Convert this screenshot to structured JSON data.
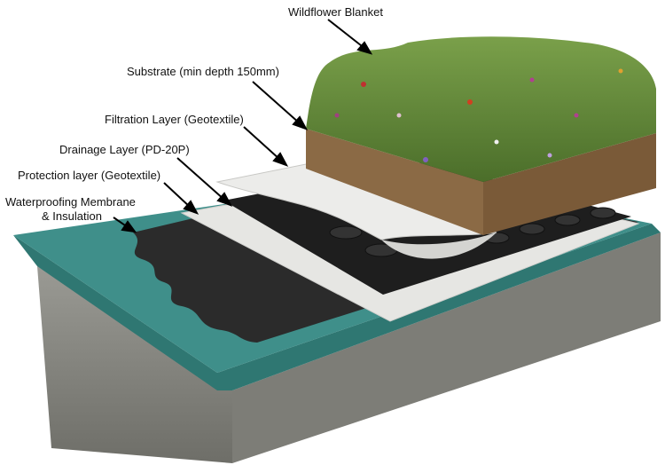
{
  "labels": {
    "wildflower": "Wildflower Blanket",
    "substrate": "Substrate (min depth 150mm)",
    "filtration": "Filtration Layer (Geotextile)",
    "drainage": "Drainage Layer (PD-20P)",
    "protection": "Protection layer (Geotextile)",
    "waterproofing_line1": "Waterproofing Membrane",
    "waterproofing_line2": "& Insulation"
  },
  "colors": {
    "concrete": "#8a8a84",
    "insulation": "#3f8f8a",
    "membrane": "#2b2b2b",
    "geotextile": "#e8e8e6",
    "drainage": "#1e1e1e",
    "substrate": "#8b6a45",
    "vegetation": "#5f8a35"
  }
}
